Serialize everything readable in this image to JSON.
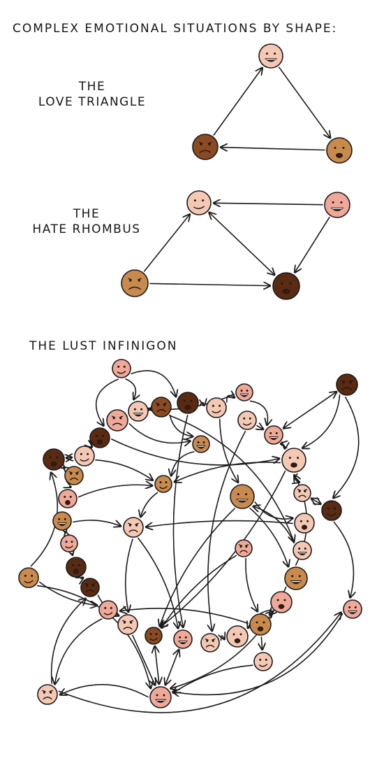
{
  "title": "COMPLEX EMOTIONAL SITUATIONS BY SHAPE:",
  "love": {
    "line1": "THE",
    "line2": "LOVE TRIANGLE"
  },
  "hate": {
    "line1": "THE",
    "line2": "HATE RHOMBUS"
  },
  "lust": {
    "label": "THE LUST INFINIGON"
  },
  "colors": {
    "ink": "#1a1a1a",
    "skin_light": "#f5c8b4",
    "skin_pink": "#f0a898",
    "skin_tan": "#c98a4e",
    "skin_brown": "#8a4a22",
    "skin_dark": "#5a2a12"
  }
}
